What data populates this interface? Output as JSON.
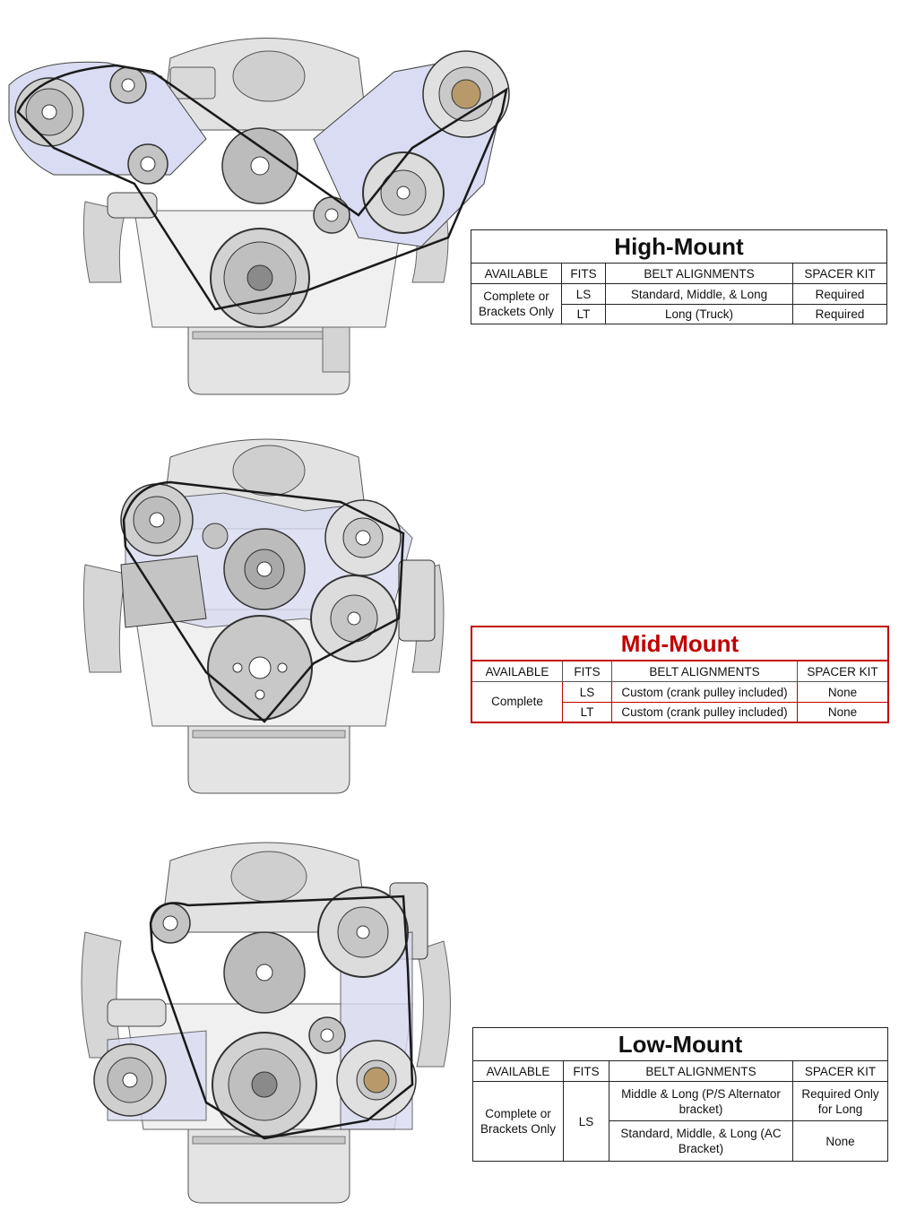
{
  "high": {
    "title": "High-Mount",
    "headers": [
      "AVAILABLE",
      "FITS",
      "BELT ALIGNMENTS",
      "SPACER KIT"
    ],
    "available": "Complete or Brackets Only",
    "rows": [
      {
        "fits": "LS",
        "belt": "Standard, Middle, & Long",
        "spacer": "Required"
      },
      {
        "fits": "LT",
        "belt": "Long (Truck)",
        "spacer": "Required"
      }
    ]
  },
  "mid": {
    "title": "Mid-Mount",
    "headers": [
      "AVAILABLE",
      "FITS",
      "BELT ALIGNMENTS",
      "SPACER KIT"
    ],
    "available": "Complete",
    "rows": [
      {
        "fits": "LS",
        "belt": "Custom (crank pulley included)",
        "spacer": "None"
      },
      {
        "fits": "LT",
        "belt": "Custom (crank pulley included)",
        "spacer": "None"
      }
    ]
  },
  "low": {
    "title": "Low-Mount",
    "headers": [
      "AVAILABLE",
      "FITS",
      "BELT ALIGNMENTS",
      "SPACER KIT"
    ],
    "available": "Complete or Brackets Only",
    "fits": "LS",
    "rows": [
      {
        "belt": "Middle & Long (P/S Alternator bracket)",
        "spacer": "Required Only for Long"
      },
      {
        "belt": "Standard, Middle, & Long (AC Bracket)",
        "spacer": "None"
      }
    ]
  },
  "colors": {
    "accent_red": "#c00000",
    "bracket_blue": "#d9dcf2",
    "alternator_bronze": "#b89a6a",
    "engine_gray": "#d8d8d8"
  }
}
